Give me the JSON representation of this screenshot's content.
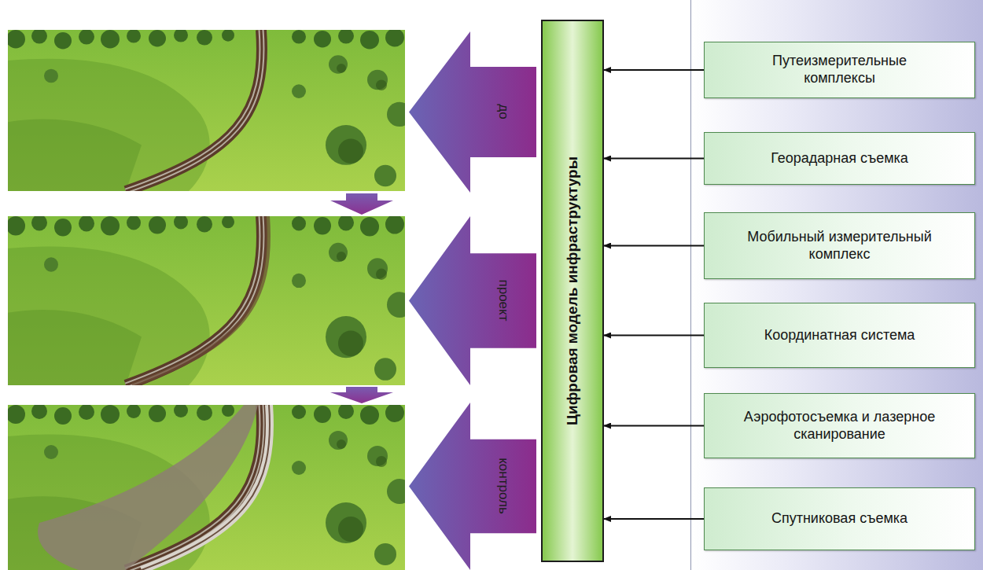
{
  "diagram": {
    "nodes": [
      {
        "text": [
          "до"
        ]
      },
      {
        "text": [
          "проект"
        ]
      },
      {
        "text": [
          "контроль"
        ]
      },
      {
        "text": [
          "Цифровая модель инфраструктуры"
        ]
      },
      {
        "text": [
          "Путеизмерительные комплексы"
        ]
      },
      {
        "text": [
          "Георадарная съемка"
        ]
      },
      {
        "text": [
          "Мобильный измерительный комплекс"
        ]
      },
      {
        "text": [
          "Координатная система"
        ]
      },
      {
        "text": [
          "Аэрофотосъемка и лазерное сканирование"
        ]
      },
      {
        "text": [
          "Спутниковая съемка"
        ]
      }
    ],
    "edges": [
      {
        "from": 4,
        "to": 3,
        "arrow": "to"
      },
      {
        "from": 5,
        "to": 3,
        "arrow": "to"
      },
      {
        "from": 6,
        "to": 3,
        "arrow": "to"
      },
      {
        "from": 7,
        "to": 3,
        "arrow": "to"
      },
      {
        "from": 8,
        "to": 3,
        "arrow": "to"
      },
      {
        "from": 9,
        "to": 3,
        "arrow": "to"
      }
    ]
  }
}
